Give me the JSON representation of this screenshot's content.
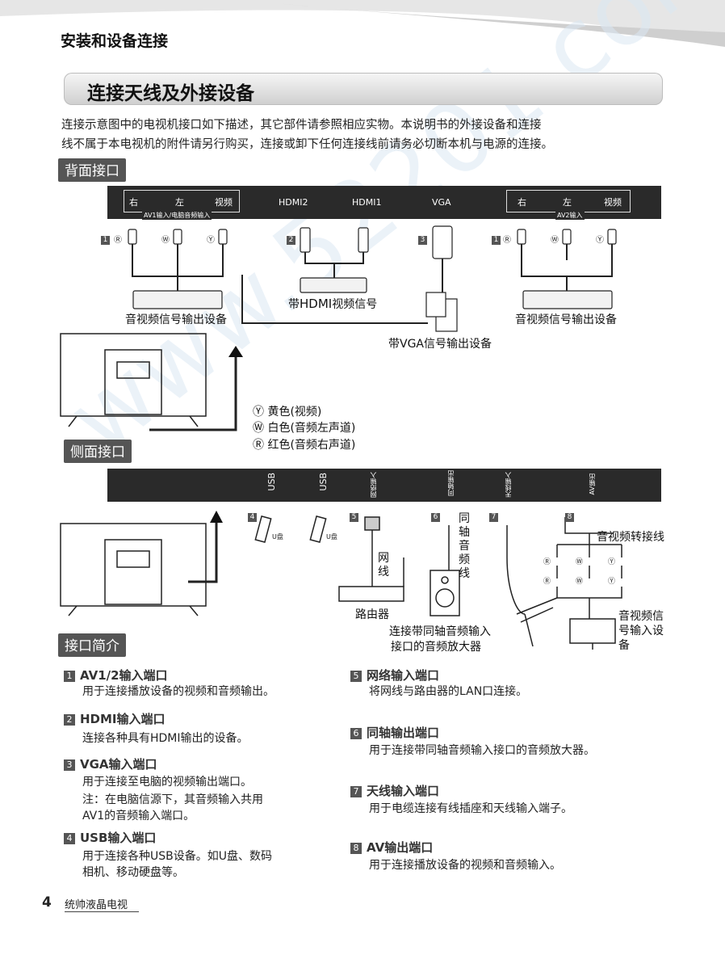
{
  "header": {
    "section_title": "安装和设备连接",
    "banner_title": "连接天线及外接设备",
    "intro_line1": "连接示意图中的电视机接口如下描述，其它部件请参照相应实物。本说明书的外接设备和连接",
    "intro_line2": "线不属于本电视机的附件请另行购买，连接或卸下任何连接线前请务必切断本机与电源的连接。"
  },
  "rear": {
    "tag": "背面接口",
    "av1": {
      "right": "右",
      "left": "左",
      "video": "视频",
      "sub": "AV1输入/电脑音频输入"
    },
    "hdmi2": "HDMI2",
    "hdmi1": "HDMI1",
    "vga": "VGA",
    "av2": {
      "right": "右",
      "left": "左",
      "video": "视频",
      "sub": "AV2输入"
    },
    "num_1a": "1",
    "num_2": "2",
    "num_3": "3",
    "num_1b": "1",
    "cap_av_left": "音视频信号输出设备",
    "cap_hdmi_pre": "带",
    "cap_hdmi_brand": "HDMI",
    "cap_hdmi_post": "视频信号",
    "cap_av_right": "音视频信号输出设备",
    "cap_vga": "带VGA信号输出设备"
  },
  "legend": {
    "y": "Ⓨ 黄色(视频)",
    "w": "Ⓦ 白色(音频左声道)",
    "r": "Ⓡ 红色(音频右声道)"
  },
  "side": {
    "tag": "侧面接口",
    "usb1": "USB",
    "usb2": "USB",
    "net": "网络输入",
    "coax": "同轴输出",
    "ant": "天线输入",
    "avout": "AV输出",
    "num_4": "4",
    "num_5": "5",
    "num_6": "6",
    "num_7": "7",
    "num_8": "8",
    "udisk1": "U盘",
    "udisk2": "U盘",
    "net_cable": "网线",
    "router": "路由器",
    "coax_cable": "同轴音频线",
    "amp_line1": "连接带同轴音频输入",
    "amp_line2": "接口的音频放大器",
    "av_cable": "音视频转接线",
    "av_in_line1": "音视频信",
    "av_in_line2": "号输入设",
    "av_in_line3": "备"
  },
  "ports": {
    "tag": "接口简介",
    "items": [
      {
        "n": "1",
        "title": "AV1/2输入端口",
        "desc": [
          "用于连接播放设备的视频和音频输出。"
        ]
      },
      {
        "n": "2",
        "title": "HDMI输入端口",
        "desc": [
          "连接各种具有HDMI输出的设备。"
        ]
      },
      {
        "n": "3",
        "title": "VGA输入端口",
        "desc": [
          "用于连接至电脑的视频输出端口。",
          "注：在电脑信源下，其音频输入共用",
          "AV1的音频输入端口。"
        ]
      },
      {
        "n": "4",
        "title": "USB输入端口",
        "desc": [
          "用于连接各种USB设备。如U盘、数码",
          "相机、移动硬盘等。"
        ]
      },
      {
        "n": "5",
        "title": "网络输入端口",
        "desc": [
          "将网线与路由器的LAN口连接。"
        ]
      },
      {
        "n": "6",
        "title": "同轴输出端口",
        "desc": [
          "用于连接带同轴音频输入接口的音频放大器。"
        ]
      },
      {
        "n": "7",
        "title": "天线输入端口",
        "desc": [
          "用于电缆连接有线插座和天线输入端子。"
        ]
      },
      {
        "n": "8",
        "title": "AV输出端口",
        "desc": [
          "用于连接播放设备的视频和音频输入。"
        ]
      }
    ]
  },
  "footer": {
    "page_number": "4",
    "brand": "统帅液晶电视"
  },
  "watermark": "www.52201.com"
}
